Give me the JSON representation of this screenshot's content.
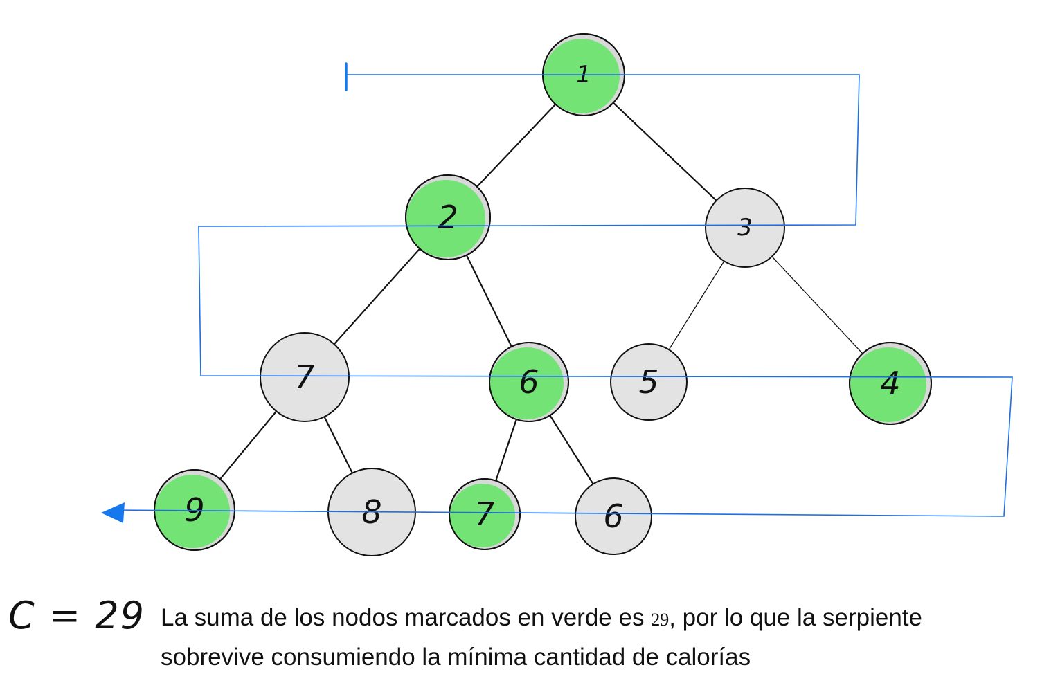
{
  "tree": {
    "nodes": [
      {
        "id": "n1",
        "label": "1",
        "marked": true
      },
      {
        "id": "n2",
        "label": "2",
        "marked": true
      },
      {
        "id": "n3",
        "label": "3",
        "marked": false
      },
      {
        "id": "n7a",
        "label": "7",
        "marked": false
      },
      {
        "id": "n6a",
        "label": "6",
        "marked": true
      },
      {
        "id": "n5",
        "label": "5",
        "marked": false
      },
      {
        "id": "n4",
        "label": "4",
        "marked": true
      },
      {
        "id": "n9",
        "label": "9",
        "marked": true
      },
      {
        "id": "n8",
        "label": "8",
        "marked": false
      },
      {
        "id": "n7b",
        "label": "7",
        "marked": true
      },
      {
        "id": "n6b",
        "label": "6",
        "marked": false
      }
    ],
    "edges": [
      [
        "n1",
        "n2"
      ],
      [
        "n1",
        "n3"
      ],
      [
        "n2",
        "n7a"
      ],
      [
        "n2",
        "n6a"
      ],
      [
        "n3",
        "n5"
      ],
      [
        "n3",
        "n4"
      ],
      [
        "n7a",
        "n9"
      ],
      [
        "n7a",
        "n8"
      ],
      [
        "n6a",
        "n7b"
      ],
      [
        "n6a",
        "n6b"
      ]
    ]
  },
  "colors": {
    "marked_fill": "#72e374",
    "unmarked_fill": "#e3e3e3",
    "node_stroke": "#111111",
    "path": "#1f6fe0",
    "arrow": "#1778ee"
  },
  "formula": "C = 29",
  "caption": {
    "part1": "La suma de los nodos marcados en verde es ",
    "value": "29",
    "part2": ", por lo que la serpiente sobrevive consumiendo la mínima cantidad de calorías"
  }
}
